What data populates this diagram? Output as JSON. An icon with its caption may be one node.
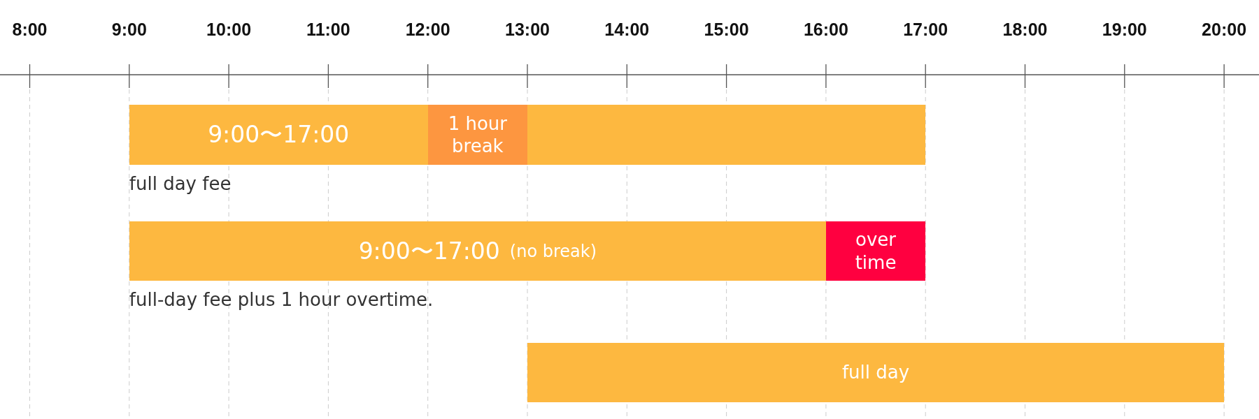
{
  "diagram": {
    "nodes": [
      {
        "text": [
          "9:00〜17:00"
        ],
        "beside": [
          "full day fee"
        ]
      },
      {
        "text": [
          "1 hour break"
        ],
        "in": 0
      },
      {
        "text": [
          "9:00〜17:00",
          "(no break)"
        ],
        "beside": [
          "full-day fee plus 1 hour overtime."
        ]
      },
      {
        "text": [
          "over time"
        ]
      },
      {
        "text": [
          "full day"
        ]
      }
    ],
    "labels": [
      "8:00",
      "9:00",
      "10:00",
      "11:00",
      "12:00",
      "13:00",
      "14:00",
      "15:00",
      "16:00",
      "17:00",
      "18:00",
      "19:00",
      "20:00"
    ]
  }
}
